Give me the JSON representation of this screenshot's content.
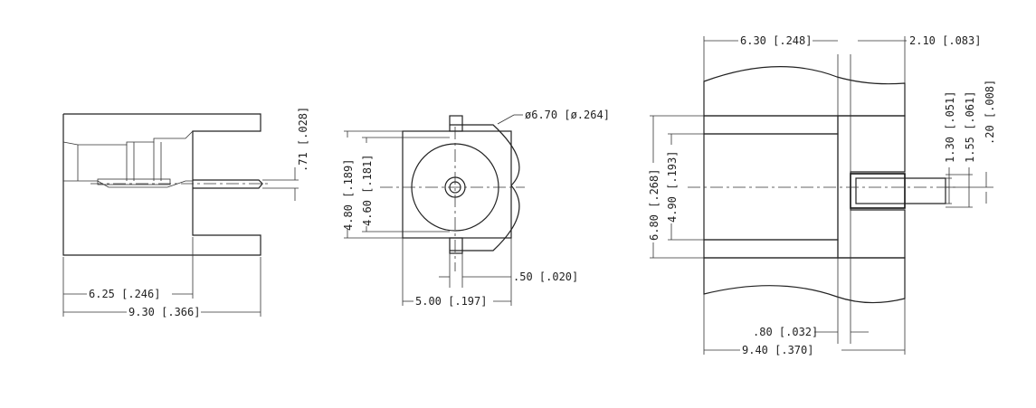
{
  "drawing": {
    "side_view": {
      "dim_length_short": "6.25 [.246]",
      "dim_length_total": "9.30 [.366]",
      "dim_pin_offset": ".71 [.028]"
    },
    "front_view": {
      "dim_outer_dia": "ø6.70 [ø.264]",
      "dim_height_outer": "4.80 [.189]",
      "dim_height_inner": "4.60 [.181]",
      "dim_width": "5.00 [.197]",
      "dim_tab": ".50 [.020]"
    },
    "section_view": {
      "dim_top_left": "6.30 [.248]",
      "dim_top_right": "2.10 [.083]",
      "dim_outer": "6.80 [.268]",
      "dim_inner": "4.90 [.193]",
      "dim_pin_a": "1.30 [.051]",
      "dim_pin_b": "1.55 [.061]",
      "dim_pin_c": ".20 [.008]",
      "dim_step": ".80 [.032]",
      "dim_total": "9.40 [.370]"
    }
  }
}
